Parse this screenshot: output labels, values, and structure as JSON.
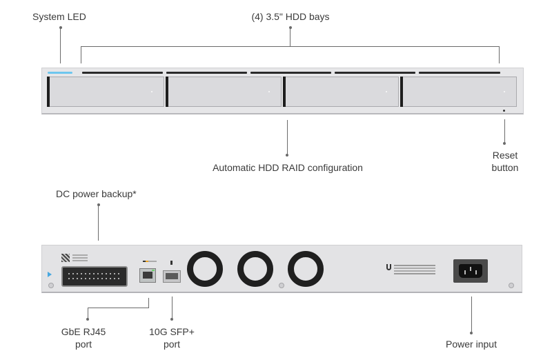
{
  "diagram": {
    "front_panel": {
      "callouts": {
        "system_led": "System LED",
        "hdd_bays": "(4) 3.5\" HDD bays",
        "raid": "Automatic HDD RAID configuration",
        "reset": "Reset button"
      },
      "bay_count": 4,
      "led_color": "#6ec6ee"
    },
    "rear_panel": {
      "callouts": {
        "dc_power": "DC power backup*",
        "rj45_line1": "GbE RJ45",
        "rj45_line2": "port",
        "sfp_line1": "10G SFP+",
        "sfp_line2": "port",
        "power": "Power input"
      },
      "fan_count": 3
    },
    "reset_line1": "Reset",
    "reset_line2": "button"
  }
}
